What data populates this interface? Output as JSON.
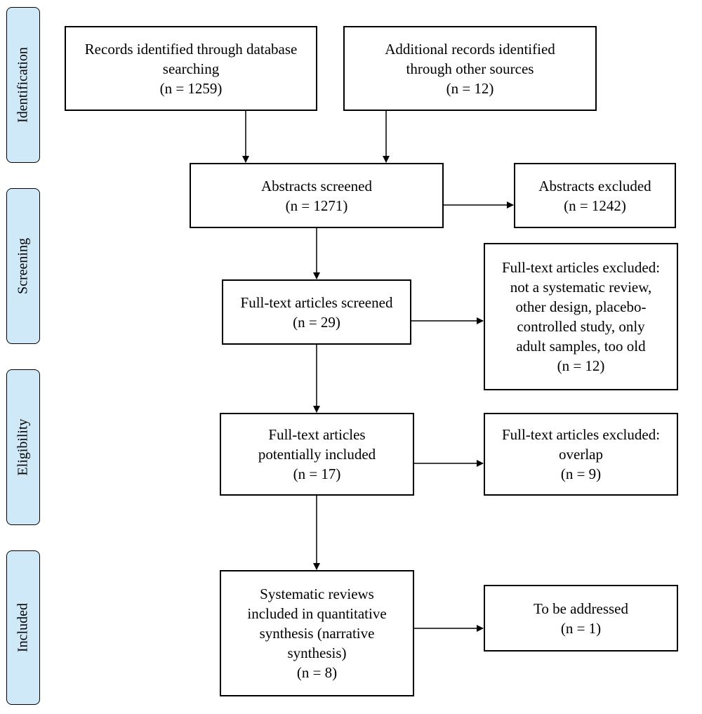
{
  "phases": [
    {
      "id": "identification",
      "label": "Identification"
    },
    {
      "id": "screening",
      "label": "Screening"
    },
    {
      "id": "eligibility",
      "label": "Eligibility"
    },
    {
      "id": "included",
      "label": "Included"
    }
  ],
  "boxes": {
    "database": {
      "lines": [
        "Records identified through database",
        "searching",
        "(n = 1259)"
      ]
    },
    "other_sources": {
      "lines": [
        "Additional records identified",
        "through other sources",
        "(n = 12)"
      ]
    },
    "abstracts_screened": {
      "lines": [
        "Abstracts screened",
        "(n = 1271)"
      ]
    },
    "abstracts_excluded": {
      "lines": [
        "Abstracts excluded",
        "(n = 1242)"
      ]
    },
    "fulltext_screened": {
      "lines": [
        "Full-text articles screened",
        "(n = 29)"
      ]
    },
    "fulltext_excluded_1": {
      "lines": [
        "Full-text articles excluded:",
        "not a systematic review,",
        "other design, placebo-",
        "controlled study, only",
        "adult samples, too old",
        "(n = 12)"
      ]
    },
    "potentially_included": {
      "lines": [
        "Full-text articles",
        "potentially included",
        "(n = 17)"
      ]
    },
    "fulltext_excluded_overlap": {
      "lines": [
        "Full-text articles excluded:",
        "overlap",
        "(n = 9)"
      ]
    },
    "systematic_reviews": {
      "lines": [
        "Systematic reviews",
        "included in quantitative",
        "synthesis (narrative",
        "synthesis)",
        "(n = 8)"
      ]
    },
    "to_be_addressed": {
      "lines": [
        "To be addressed",
        "(n = 1)"
      ]
    }
  }
}
